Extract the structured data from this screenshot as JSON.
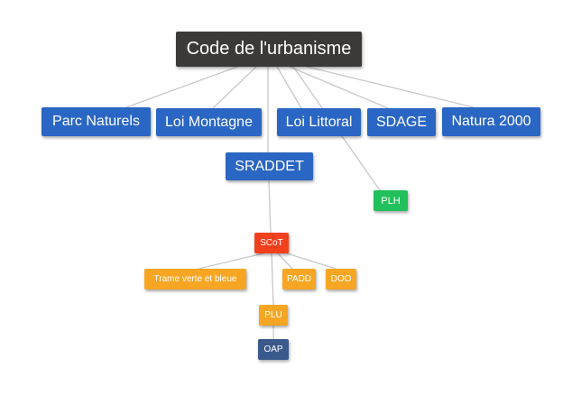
{
  "colors": {
    "root": "#3c3a39",
    "blue": "#2a66c3",
    "green": "#21c05a",
    "red": "#f2401c",
    "orange": "#f6a623",
    "navy": "#3a5a8c",
    "edge": "#c8c8c8"
  },
  "nodes": {
    "root": "Code de l'urbanisme",
    "parc": "Parc Naturels",
    "montagne": "Loi Montagne",
    "littoral": "Loi Littoral",
    "sdage": "SDAGE",
    "natura": "Natura 2000",
    "sraddet": "SRADDET",
    "plh": "PLH",
    "scot": "SCoT",
    "trame": "Trame verte et bleue",
    "padd": "PADD",
    "doo": "DOO",
    "plu": "PLU",
    "oap": "OAP"
  }
}
